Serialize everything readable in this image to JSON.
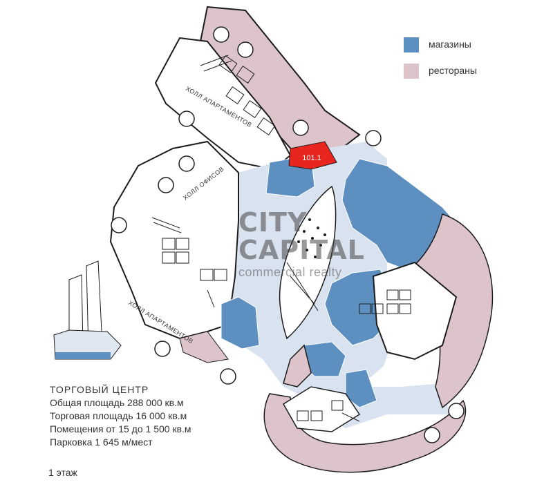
{
  "legend": {
    "items": [
      {
        "label": "магазины",
        "color": "#5d8fc0"
      },
      {
        "label": "рестораны",
        "color": "#dcc4ca"
      }
    ]
  },
  "colors": {
    "shop": "#5d8fc0",
    "restaurant": "#dcc4ca",
    "corridor": "#d9e2ef",
    "highlight": "#e8251f",
    "walls": "#1c1c1c"
  },
  "highlighted_unit": {
    "label": "101.1"
  },
  "halls": {
    "apartments_upper": "ХОЛЛ АПАРТАМЕНТОВ",
    "offices": "ХОЛЛ ОФИСОВ",
    "apartments_lower": "ХОЛЛ АПАРТАМЕНТОВ"
  },
  "watermark": {
    "line1": "CITY",
    "line2": "CAPITAL",
    "line3": "commercial realty"
  },
  "info": {
    "title": "ТОРГОВЫЙ ЦЕНТР",
    "total_area": "Общая площадь 288 000 кв.м",
    "retail_area": "Торговая площадь 16 000 кв.м",
    "premises": "Помещения от 15 до 1 500 кв.м",
    "parking": "Парковка 1 645 м/мест"
  },
  "floor": {
    "label": "1 этаж"
  }
}
